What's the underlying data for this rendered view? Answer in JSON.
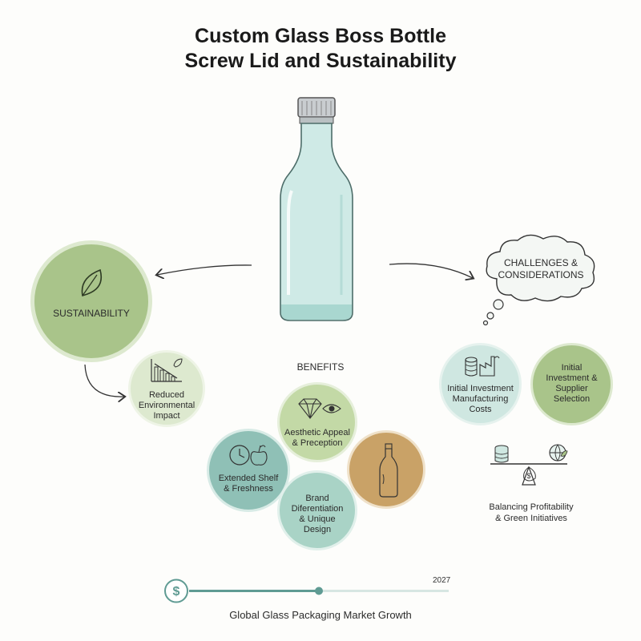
{
  "title": {
    "line1": "Custom Glass Boss Bottle",
    "line2": "Screw Lid and Sustainability"
  },
  "sustainability": {
    "label": "SUSTAINABILITY",
    "reduced_impact_line1": "Reduced",
    "reduced_impact_line2": "Environmental",
    "reduced_impact_line3": "Impact"
  },
  "challenges": {
    "cloud_line1": "CHALLENGES &",
    "cloud_line2": "CONSIDERATIONS",
    "costs_line1": "Initial Investment",
    "costs_line2": "Manufacturing",
    "costs_line3": "Costs",
    "supplier_line1": "Initial",
    "supplier_line2": "Investment &",
    "supplier_line3": "Supplier",
    "supplier_line4": "Selection",
    "balance_line1": "Balancing Profitability",
    "balance_line2": "& Green Initiatives"
  },
  "benefits": {
    "heading": "BENEFITS",
    "aesthetic_line1": "Aesthetic Appeal",
    "aesthetic_line2": "& Preception",
    "shelf_line1": "Extended Shelf",
    "shelf_line2": "& Freshness",
    "brand_line1": "Brand",
    "brand_line2": "Diferentiation",
    "brand_line3": "& Unique",
    "brand_line4": "Design"
  },
  "timeline": {
    "year": "2027",
    "caption": "Global Glass Packaging Market Growth",
    "progress": 0.5
  },
  "colors": {
    "sage": "#a9c48a",
    "teal": "#a9d3c6",
    "pale_green": "#dde9cf",
    "amber": "#c9a267",
    "bottle": "#bfe3df",
    "track": "#5f9b93"
  }
}
